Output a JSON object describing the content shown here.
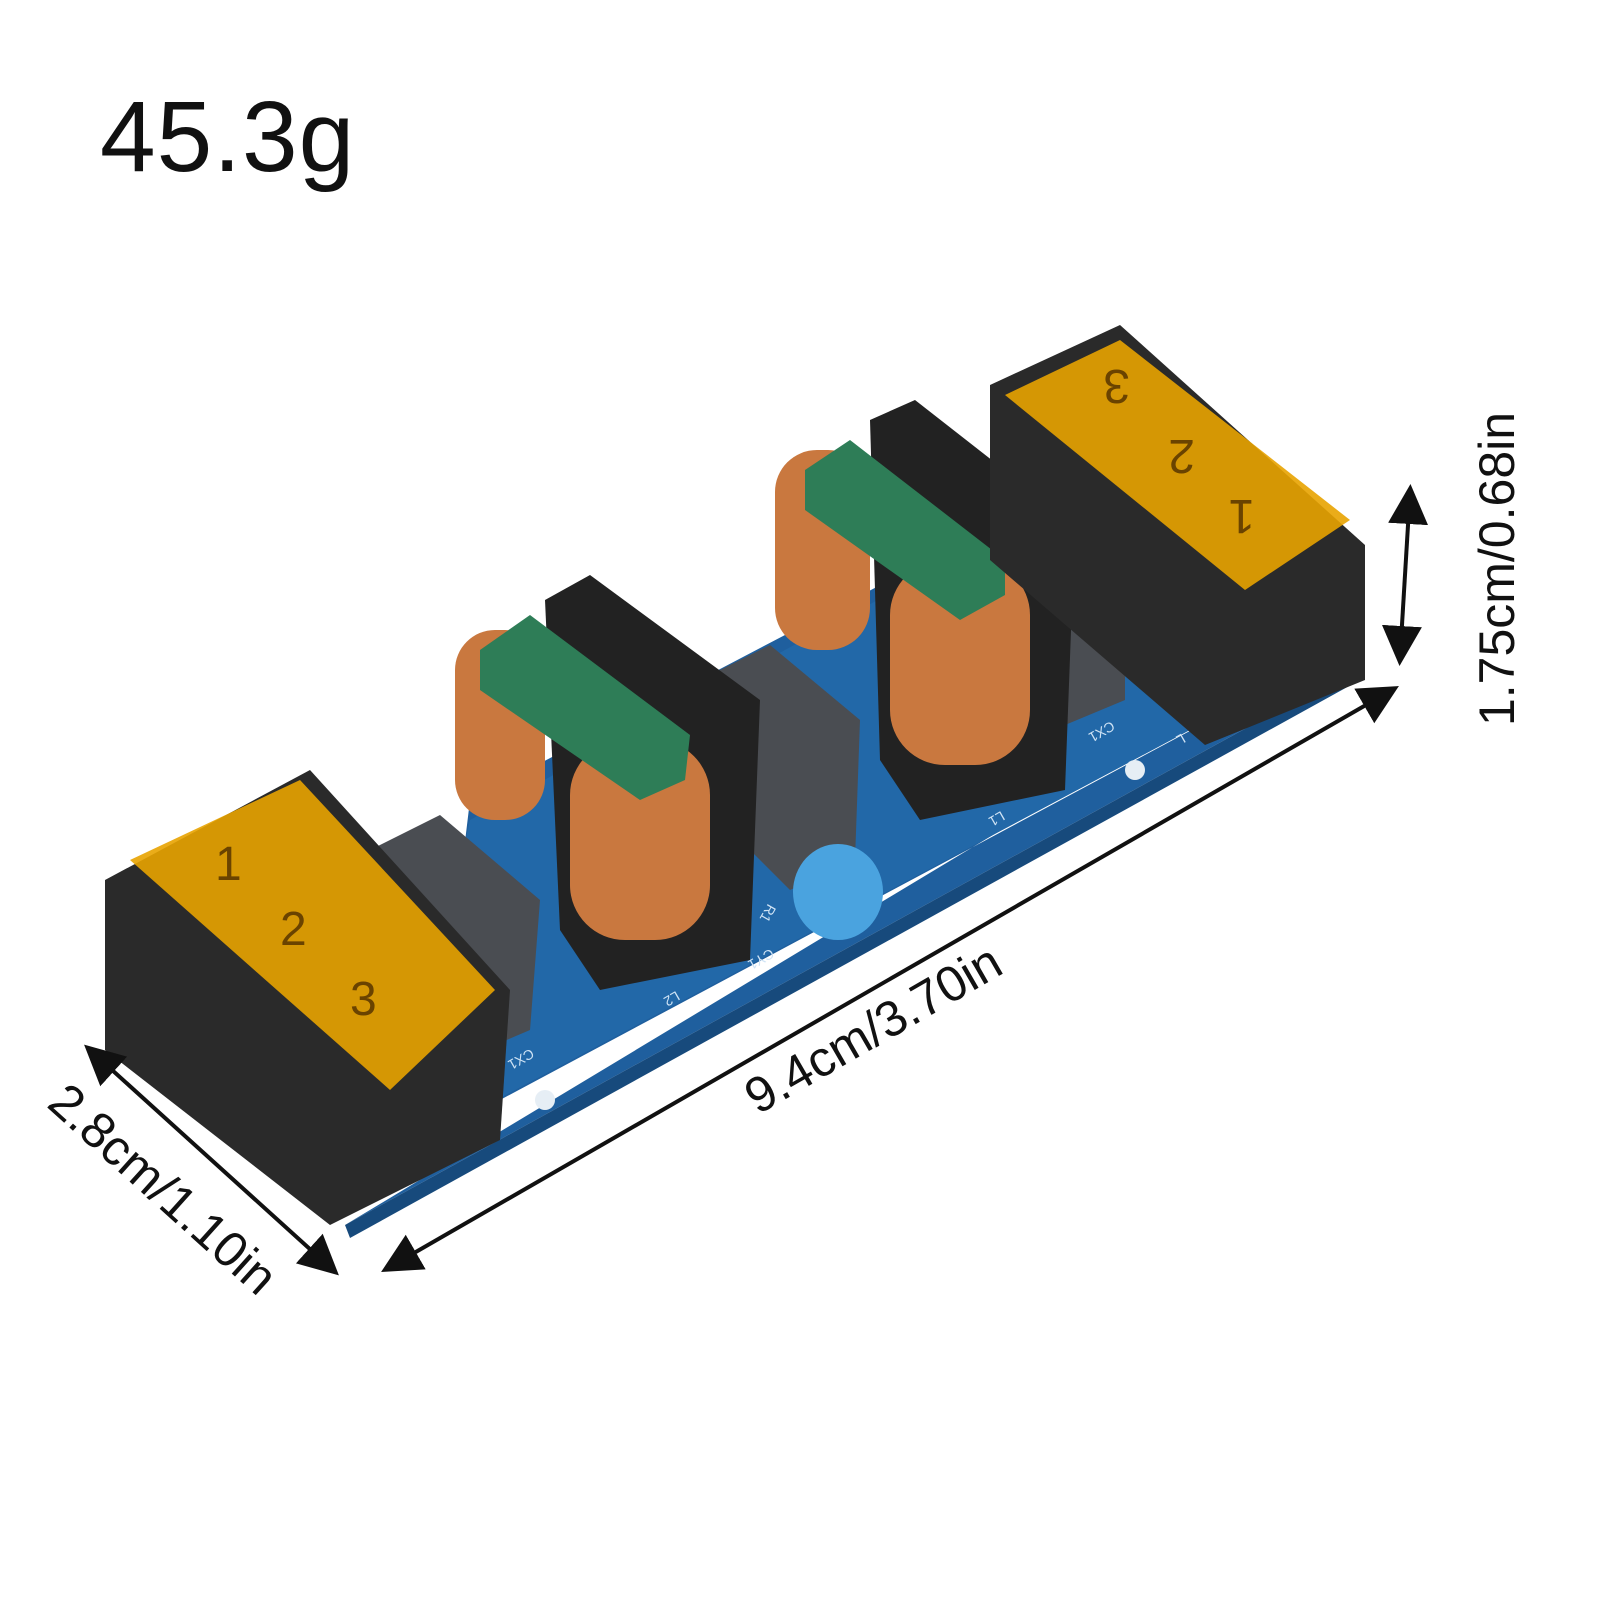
{
  "weight_label": "45.3g",
  "dimensions": {
    "length": "9.4cm/3.70in",
    "width": "2.8cm/1.10in",
    "height": "1.75cm/0.68in"
  },
  "pcb_labels": [
    "CX1",
    "L2",
    "CY1",
    "R1",
    "L1",
    "CX1",
    "L"
  ],
  "terminal_numbers": {
    "left": [
      "1",
      "2",
      "3"
    ],
    "right": [
      "3",
      "2",
      "1"
    ]
  },
  "colors": {
    "board": "#1f5f9e",
    "terminal": "#2a2a2a",
    "cover": "#e8a300",
    "copper": "#c9783f",
    "core": "#2e7d57",
    "capacitor": "#4a4d52",
    "y_capacitor": "#4aa3df"
  }
}
